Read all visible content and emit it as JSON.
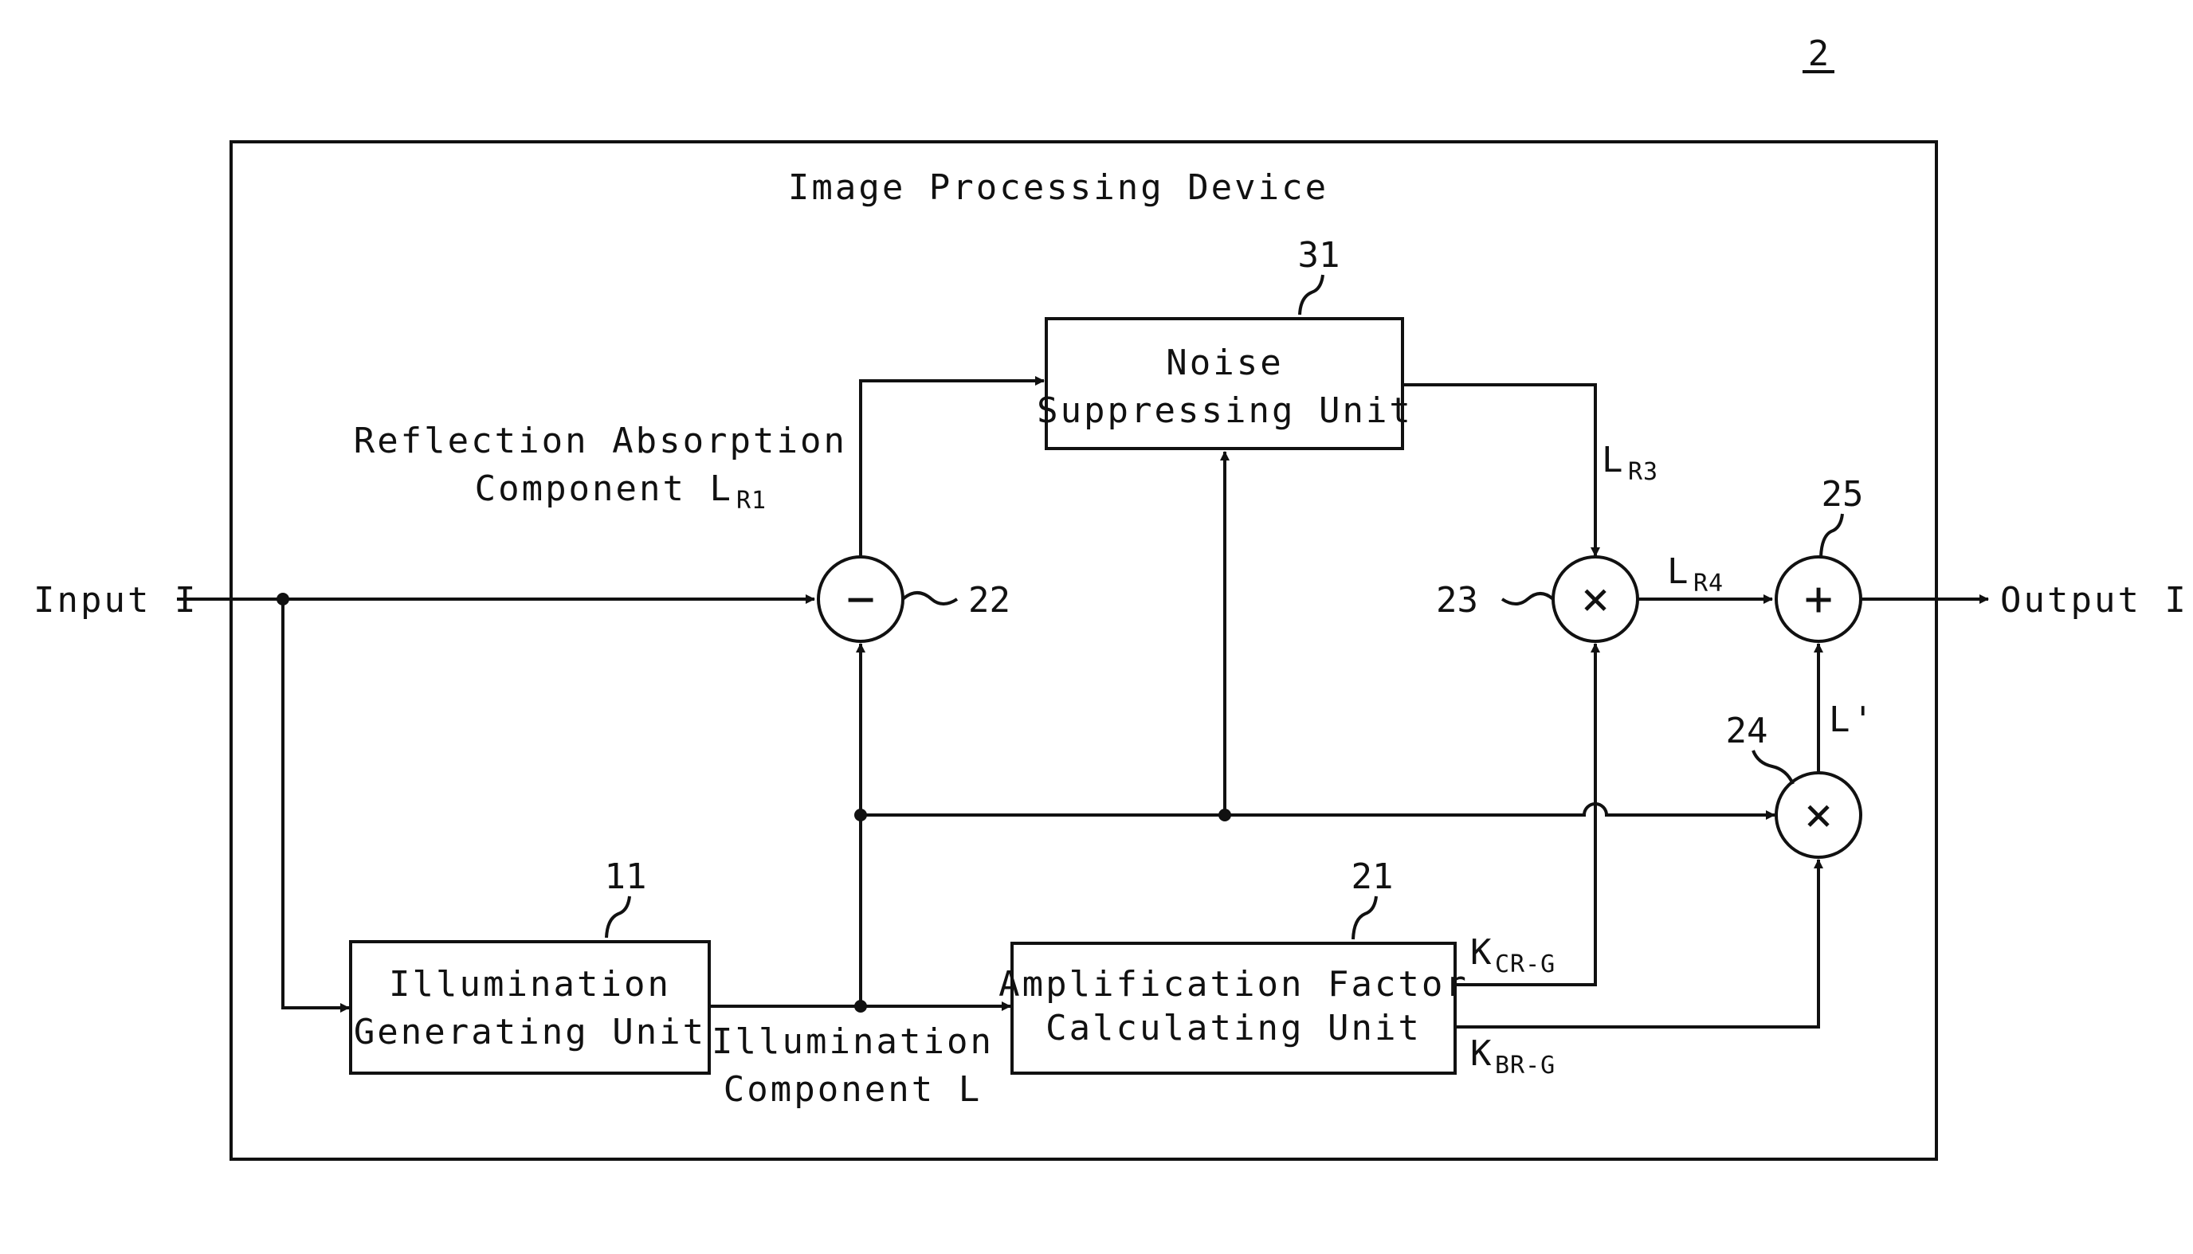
{
  "figure_number": "2",
  "device_title": "Image Processing Device",
  "blocks": {
    "noise": {
      "ref": "31",
      "line1": "Noise",
      "line2": "Suppressing Unit"
    },
    "illum": {
      "ref": "11",
      "line1": "Illumination",
      "line2": "Generating Unit"
    },
    "ampl": {
      "ref": "21",
      "line1": "Amplification Factor",
      "line2": "Calculating Unit"
    }
  },
  "operators": {
    "subtract": {
      "ref": "22",
      "symbol": "−"
    },
    "mult_23": {
      "ref": "23",
      "symbol": "×"
    },
    "mult_24": {
      "ref": "24",
      "symbol": "×"
    },
    "add_25": {
      "ref": "25",
      "symbol": "+"
    }
  },
  "signals": {
    "input": "Input I",
    "output": "Output I'",
    "reflection_line1": "Reflection Absorption",
    "reflection_line2": "Component L",
    "reflection_sub": "R1",
    "illum_comp_line1": "Illumination",
    "illum_comp_line2": "Component L",
    "lr3": "L",
    "lr3_sub": "R3",
    "lr4": "L",
    "lr4_sub": "R4",
    "lprime": "L'",
    "kcr": "K",
    "kcr_sub": "CR-G",
    "kbr": "K",
    "kbr_sub": "BR-G"
  }
}
